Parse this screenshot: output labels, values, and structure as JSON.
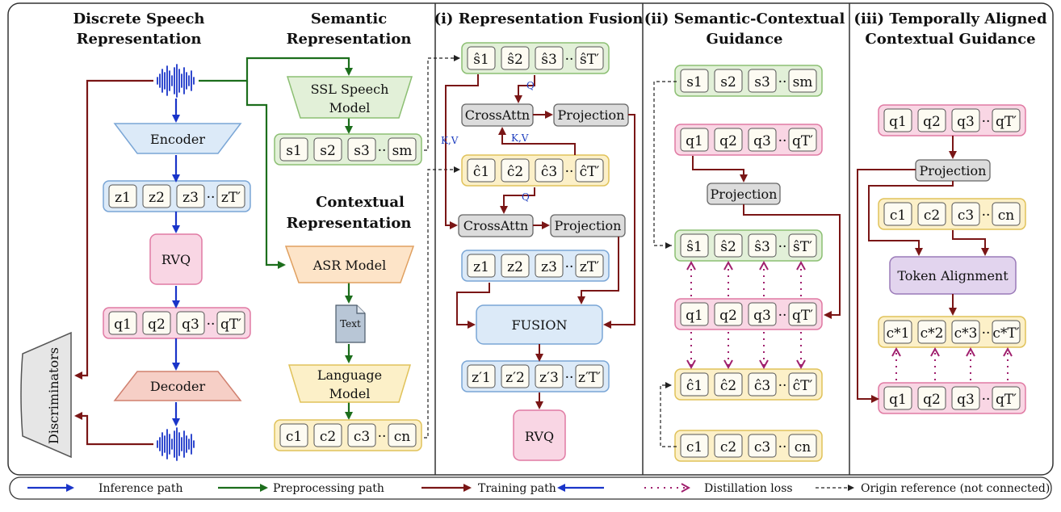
{
  "colors": {
    "inference": "#1a35c9",
    "preprocessing": "#1c6e1c",
    "training": "#7a1616",
    "distillation": "#a0206e",
    "blue_fill": "#dceaf8",
    "blue_stroke": "#7aa6d6",
    "green_fill": "#e2f0d8",
    "green_stroke": "#8cbf73",
    "yellow_fill": "#fcf0c8",
    "yellow_stroke": "#e0c25a",
    "pink_fill": "#f9d6e4",
    "pink_stroke": "#e07aa3",
    "gray_fill": "#dcdcdc",
    "purple_fill": "#e2d4ee",
    "red_fill": "#f6cfc6"
  },
  "panels": {
    "discrete": {
      "title_line1": "Discrete Speech",
      "title_line2": "Representation"
    },
    "semantic": {
      "title_line1": "Semantic",
      "title_line2": "Representation"
    },
    "contextual": {
      "title_line1": "Contextual",
      "title_line2": "Representation"
    },
    "fusion": {
      "title": "(i) Representation Fusion"
    },
    "guidance": {
      "title_line1": "(ii) Semantic-Contextual",
      "title_line2": "Guidance"
    },
    "aligned": {
      "title_line1": "(iii) Temporally Aligned",
      "title_line2": "Contextual Guidance"
    }
  },
  "blocks": {
    "encoder": "Encoder",
    "rvq": "RVQ",
    "decoder": "Decoder",
    "discriminators": "Discriminators",
    "ssl_line1": "SSL Speech",
    "ssl_line2": "Model",
    "asr": "ASR Model",
    "text_doc": "Text",
    "lm_line1": "Language",
    "lm_line2": "Model",
    "crossattn": "CrossAttn",
    "projection": "Projection",
    "fusion": "FUSION",
    "token_alignment": "Token Alignment",
    "q_label": "Q",
    "kv_label": "K,V"
  },
  "token_rows": {
    "z": [
      "z1",
      "z2",
      "z3",
      "··",
      "zT′"
    ],
    "q": [
      "q1",
      "q2",
      "q3",
      "··",
      "qT′"
    ],
    "s": [
      "s1",
      "s2",
      "s3",
      "··",
      "sm"
    ],
    "c": [
      "c1",
      "c2",
      "c3",
      "··",
      "cn"
    ],
    "s_hat": [
      "ŝ1",
      "ŝ2",
      "ŝ3",
      "··",
      "ŝT′"
    ],
    "c_hat": [
      "ĉ1",
      "ĉ2",
      "ĉ3",
      "··",
      "ĉT′"
    ],
    "z_prime": [
      "z′1",
      "z′2",
      "z′3",
      "··",
      "z′T′"
    ],
    "c_star": [
      "c*1",
      "c*2",
      "c*3",
      "··",
      "c*T′"
    ]
  },
  "legend": {
    "inference": "Inference path",
    "preprocessing": "Preprocessing path",
    "training": "Training path",
    "distillation": "Distillation loss",
    "origin": "Origin reference (not connected)"
  }
}
